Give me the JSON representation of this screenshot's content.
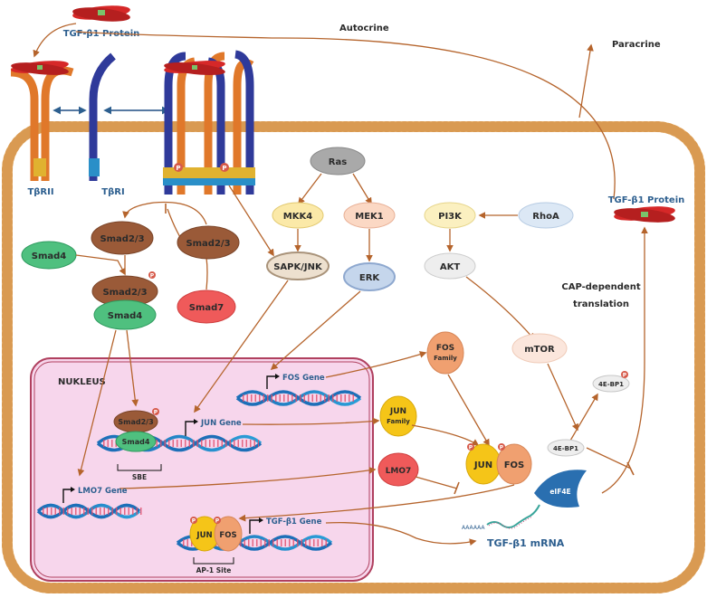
{
  "labels": {
    "tgf_protein_top": "TGF-β1 Protein",
    "autocrine": "Autocrine",
    "paracrine": "Paracrine",
    "tbrii": "TβRII",
    "tbri": "TβRI",
    "p": "P",
    "ras": "Ras",
    "mkk4": "MKK4",
    "mek1": "MEK1",
    "pi3k": "PI3K",
    "rhoa": "RhoA",
    "tgf_protein_right": "TGF-β1 Protein",
    "smad23_a": "Smad2/3",
    "smad23_b": "Smad2/3",
    "smad4_left": "Smad4",
    "smad23_complex": "Smad2/3",
    "smad4_complex": "Smad4",
    "smad7": "Smad7",
    "sapk": "SAPK/JNK",
    "erk": "ERK",
    "akt": "AKT",
    "cap1": "CAP-dependent",
    "cap2": "translation",
    "mtor": "mTOR",
    "ebp1_p": "4E-BP1",
    "nucleus": "NUKLEUS",
    "fos_gene": "FOS Gene",
    "fos_family_1": "FOS",
    "fos_family_2": "Family",
    "jun_family_1": "JUN",
    "jun_family_2": "Family",
    "smad23_dna": "Smad2/3",
    "smad4_dna": "Smad4",
    "jun_gene": "JUN Gene",
    "sbe": "SBE",
    "lmo7": "LMO7",
    "jun": "JUN",
    "fos": "FOS",
    "ebp1": "4E-BP1",
    "eif4e": "eIF4E",
    "lmo7_gene": "LMO7 Gene",
    "jun_dna": "JUN",
    "fos_dna": "FOS",
    "tgf_gene": "TGF-β1 Gene",
    "ap1": "AP-1 Site",
    "aaaaaa": "AAAAAA",
    "mrna": "TGF-β1 mRNA"
  },
  "colors": {
    "arrow": "#b5642c",
    "label_blue": "#2d5f8f",
    "membrane": "#f2c488",
    "nucleus_fill": "#f7d6ec",
    "nucleus_border": "#b0405f"
  }
}
